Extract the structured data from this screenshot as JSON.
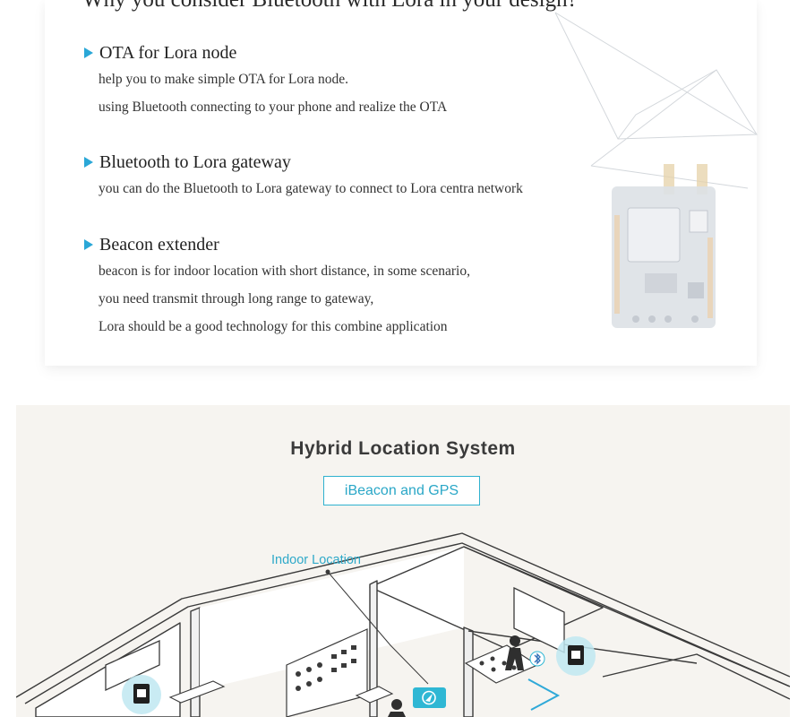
{
  "heading": "Why you consider Bluetooth with Lora in your design?",
  "features": [
    {
      "title": "OTA for Lora node",
      "lines": [
        "help you to make simple OTA for Lora node.",
        "using Bluetooth connecting to your phone and realize the OTA"
      ]
    },
    {
      "title": "Bluetooth to Lora gateway",
      "lines": [
        "you can do the Bluetooth to Lora gateway to connect to Lora centra network"
      ]
    },
    {
      "title": "Beacon extender",
      "lines": [
        "beacon is for indoor location with short distance, in some scenario,",
        "you need transmit through long range to gateway,",
        "Lora should be a good technology for this combine application"
      ]
    }
  ],
  "hybrid": {
    "title": "Hybrid Location System",
    "badge": "iBeacon and GPS",
    "indoor_label": "Indoor Location"
  },
  "colors": {
    "accent": "#2aa7d7",
    "panel_bg": "#f6f4f0",
    "line_art": "#3a3a3a"
  },
  "icons": [
    "play-triangle-icon",
    "bluetooth-icon",
    "navigation-icon"
  ]
}
